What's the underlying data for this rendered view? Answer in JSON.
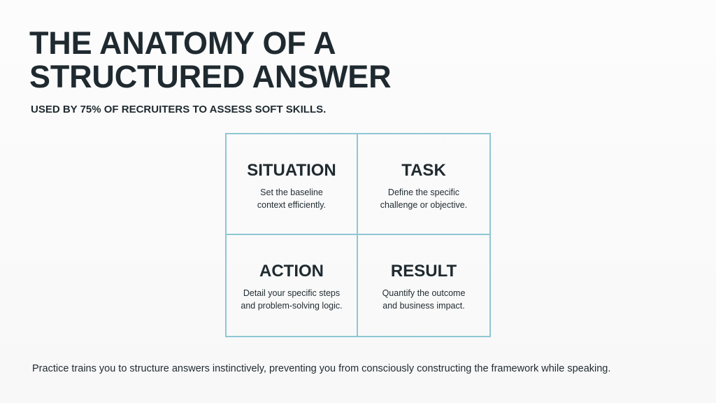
{
  "slide": {
    "title_lines": [
      "THE ANATOMY OF A",
      "STRUCTURED ANSWER"
    ],
    "subtitle": "USED BY 75% OF RECRUITERS TO ASSESS SOFT SKILLS.",
    "grid": [
      {
        "title": "SITUATION",
        "desc_lines": [
          "Set the baseline",
          "context efficiently."
        ]
      },
      {
        "title": "TASK",
        "desc_lines": [
          "Define the specific",
          "challenge or objective."
        ]
      },
      {
        "title": "ACTION",
        "desc_lines": [
          "Detail your specific steps",
          "and problem-solving logic."
        ]
      },
      {
        "title": "RESULT",
        "desc_lines": [
          "Quantify the outcome",
          "and business impact."
        ]
      }
    ],
    "footer": "Practice trains you to structure answers instinctively, preventing you from consciously constructing the framework while speaking."
  },
  "colors": {
    "text": "#1f2a30",
    "grid_border": "#8ec7d3",
    "background": "#fbfbfb"
  }
}
